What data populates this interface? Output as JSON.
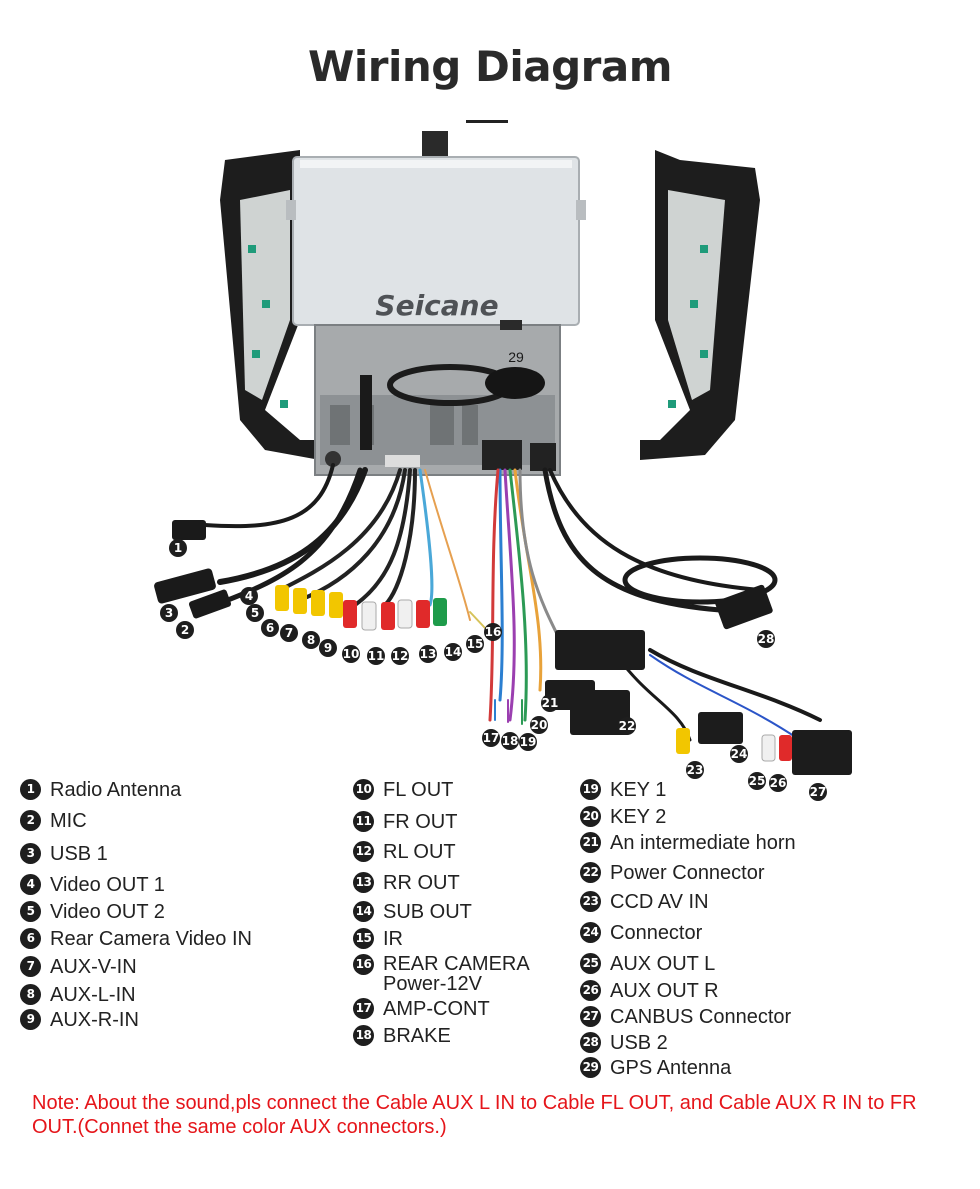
{
  "title": "Wiring Diagram",
  "brand": "Seicane",
  "legend": [
    {
      "n": "1",
      "label": "Radio Antenna"
    },
    {
      "n": "2",
      "label": "MIC"
    },
    {
      "n": "3",
      "label": "USB 1"
    },
    {
      "n": "4",
      "label": "Video OUT 1"
    },
    {
      "n": "5",
      "label": "Video OUT 2"
    },
    {
      "n": "6",
      "label": "Rear Camera Video IN"
    },
    {
      "n": "7",
      "label": "AUX-V-IN"
    },
    {
      "n": "8",
      "label": "AUX-L-IN"
    },
    {
      "n": "9",
      "label": "AUX-R-IN"
    },
    {
      "n": "10",
      "label": "FL OUT"
    },
    {
      "n": "11",
      "label": "FR OUT"
    },
    {
      "n": "12",
      "label": "RL OUT"
    },
    {
      "n": "13",
      "label": "RR OUT"
    },
    {
      "n": "14",
      "label": "SUB OUT"
    },
    {
      "n": "15",
      "label": "IR"
    },
    {
      "n": "16",
      "label": "REAR CAMERA\nPower-12V"
    },
    {
      "n": "17",
      "label": "AMP-CONT"
    },
    {
      "n": "18",
      "label": "BRAKE"
    },
    {
      "n": "19",
      "label": "KEY 1"
    },
    {
      "n": "20",
      "label": "KEY 2"
    },
    {
      "n": "21",
      "label": "An intermediate horn"
    },
    {
      "n": "22",
      "label": "Power Connector"
    },
    {
      "n": "23",
      "label": "CCD AV IN"
    },
    {
      "n": "24",
      "label": "Connector"
    },
    {
      "n": "25",
      "label": "AUX OUT L"
    },
    {
      "n": "26",
      "label": "AUX OUT R"
    },
    {
      "n": "27",
      "label": "CANBUS Connector"
    },
    {
      "n": "28",
      "label": "USB 2"
    },
    {
      "n": "29",
      "label": "GPS Antenna"
    }
  ],
  "callouts": [
    "1",
    "2",
    "3",
    "4",
    "5",
    "6",
    "7",
    "8",
    "9",
    "10",
    "11",
    "12",
    "13",
    "14",
    "15",
    "16",
    "17",
    "18",
    "19",
    "20",
    "21",
    "22",
    "23",
    "24",
    "25",
    "26",
    "27",
    "28",
    "29"
  ],
  "note": "Note: About the sound,pls connect the Cable AUX L IN to Cable FL OUT, and Cable  AUX R IN to  FR OUT.(Connet the same color AUX connectors.)",
  "colors": {
    "note": "#e5151a",
    "badge": "#1e1e1e"
  }
}
